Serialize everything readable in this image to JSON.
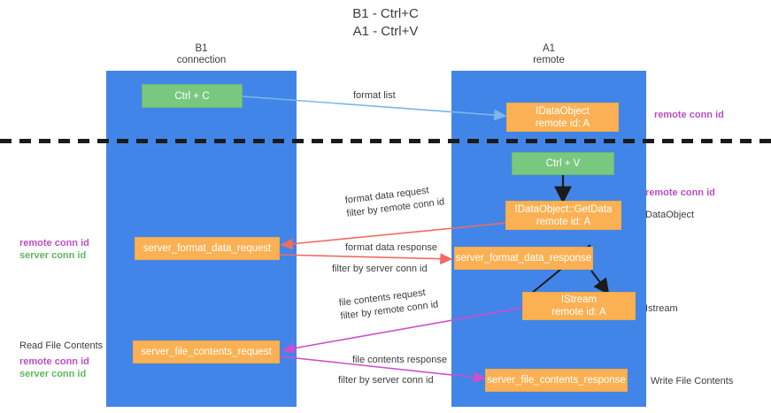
{
  "title": "B1 - Ctrl+C\nA1 - Ctrl+V",
  "lanes": [
    {
      "id": "b1",
      "name": "B1",
      "sub": "connection",
      "heading": "B1\nconnection"
    },
    {
      "id": "a1",
      "name": "A1",
      "sub": "remote",
      "heading": "A1\nremote"
    }
  ],
  "nodes": {
    "ctrl_c": {
      "line1": "Ctrl + C",
      "line2": ""
    },
    "idataobject": {
      "line1": "IDataObject",
      "line2": "remote id: A"
    },
    "ctrl_v": {
      "line1": "Ctrl + V",
      "line2": ""
    },
    "getdata": {
      "line1": "IDataObject::GetData",
      "line2": "remote id: A"
    },
    "server_format_data_request": {
      "line1": "server_format_data_request",
      "line2": ""
    },
    "server_format_data_response": {
      "line1": "server_format_data_response",
      "line2": ""
    },
    "istream": {
      "line1": "IStream",
      "line2": "remote id: A"
    },
    "server_file_contents_request": {
      "line1": "server_file_contents_request",
      "line2": ""
    },
    "server_file_contents_response": {
      "line1": "server_file_contents_response",
      "line2": ""
    }
  },
  "edge_labels": {
    "format_list": "format list",
    "format_data_request": "format data request",
    "format_data_request_filter_prefix": "filter by ",
    "format_data_request_filter_key": "remote conn id",
    "format_data_response": "format data response",
    "format_data_response_filter_prefix": "filter by ",
    "format_data_response_filter_key": "server conn id",
    "file_contents_request": "file contents request",
    "file_contents_request_filter_prefix": "filter by ",
    "file_contents_request_filter_key": "remote conn id",
    "file_contents_response": "file contents response",
    "file_contents_response_filter_prefix": "filter by ",
    "file_contents_response_filter_key": "server conn id"
  },
  "side_labels": {
    "right_remote_conn_id_top": "remote conn id",
    "right_remote_conn_id_mid": "remote conn id",
    "right_dataobject": "DataObject",
    "right_istream": "Istream",
    "right_write_file_contents": "Write File Contents",
    "left_remote_conn_id": "remote conn id",
    "left_server_conn_id": "server conn id",
    "left_read_file_contents": "Read File Contents",
    "left_remote_conn_id_2": "remote conn id",
    "left_server_conn_id_2": "server conn id"
  },
  "colors": {
    "lane": "#4285e8",
    "green_node": "#79c87f",
    "orange_node": "#fbb153",
    "purple": "#b94ec4",
    "green_text": "#5cb85c",
    "arrow_blue": "#7ab8e8",
    "arrow_red": "#ef6c63",
    "arrow_magenta": "#cc4fcc",
    "arrow_black": "#1b1b1b",
    "text": "#3c3c3c",
    "background": "#ffffff"
  }
}
